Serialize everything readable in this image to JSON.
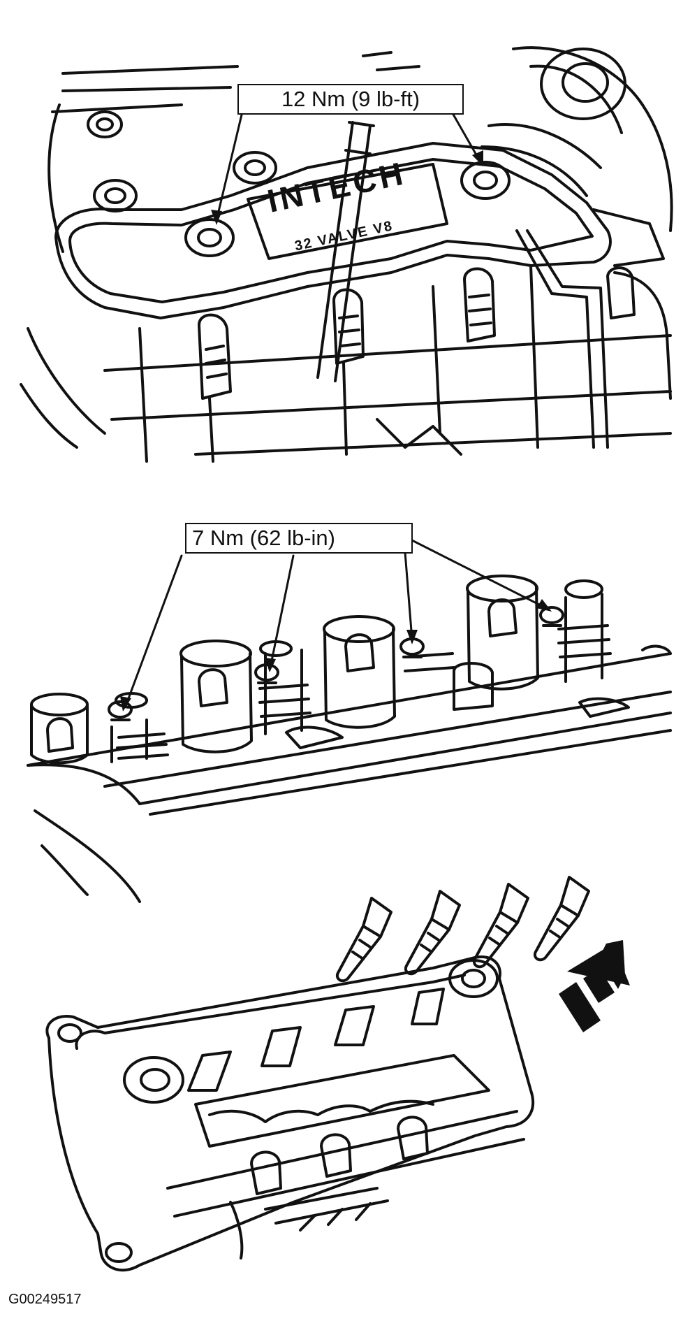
{
  "callouts": {
    "top_torque": "12 Nm (9 lb-ft)",
    "mid_torque": "7 Nm (62 lb-in)"
  },
  "cover_logo": {
    "brand": "INTECH",
    "sub": "32 VALVE V8"
  },
  "figure_id": "G00249517",
  "colors": {
    "ink": "#111111",
    "paper": "#ffffff"
  }
}
